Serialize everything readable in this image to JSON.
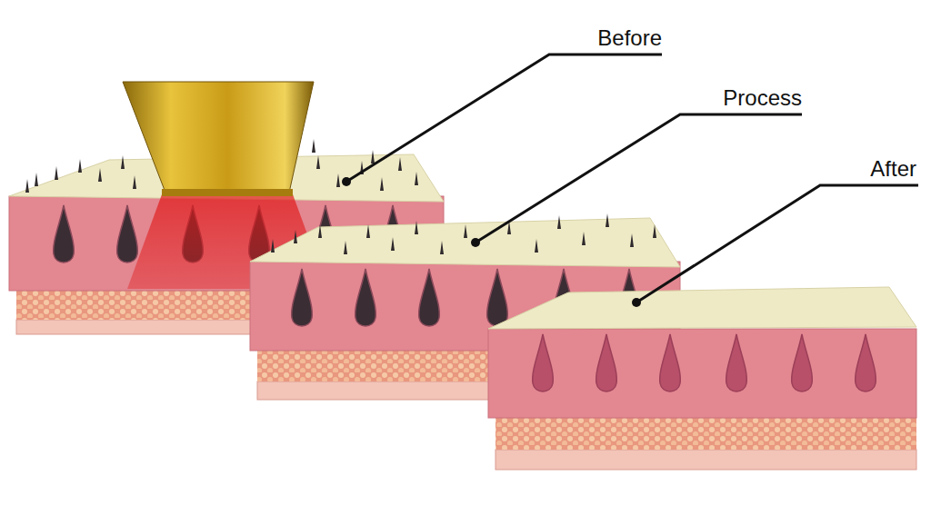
{
  "diagram": {
    "labels": [
      "Before",
      "Process",
      "After"
    ]
  }
}
